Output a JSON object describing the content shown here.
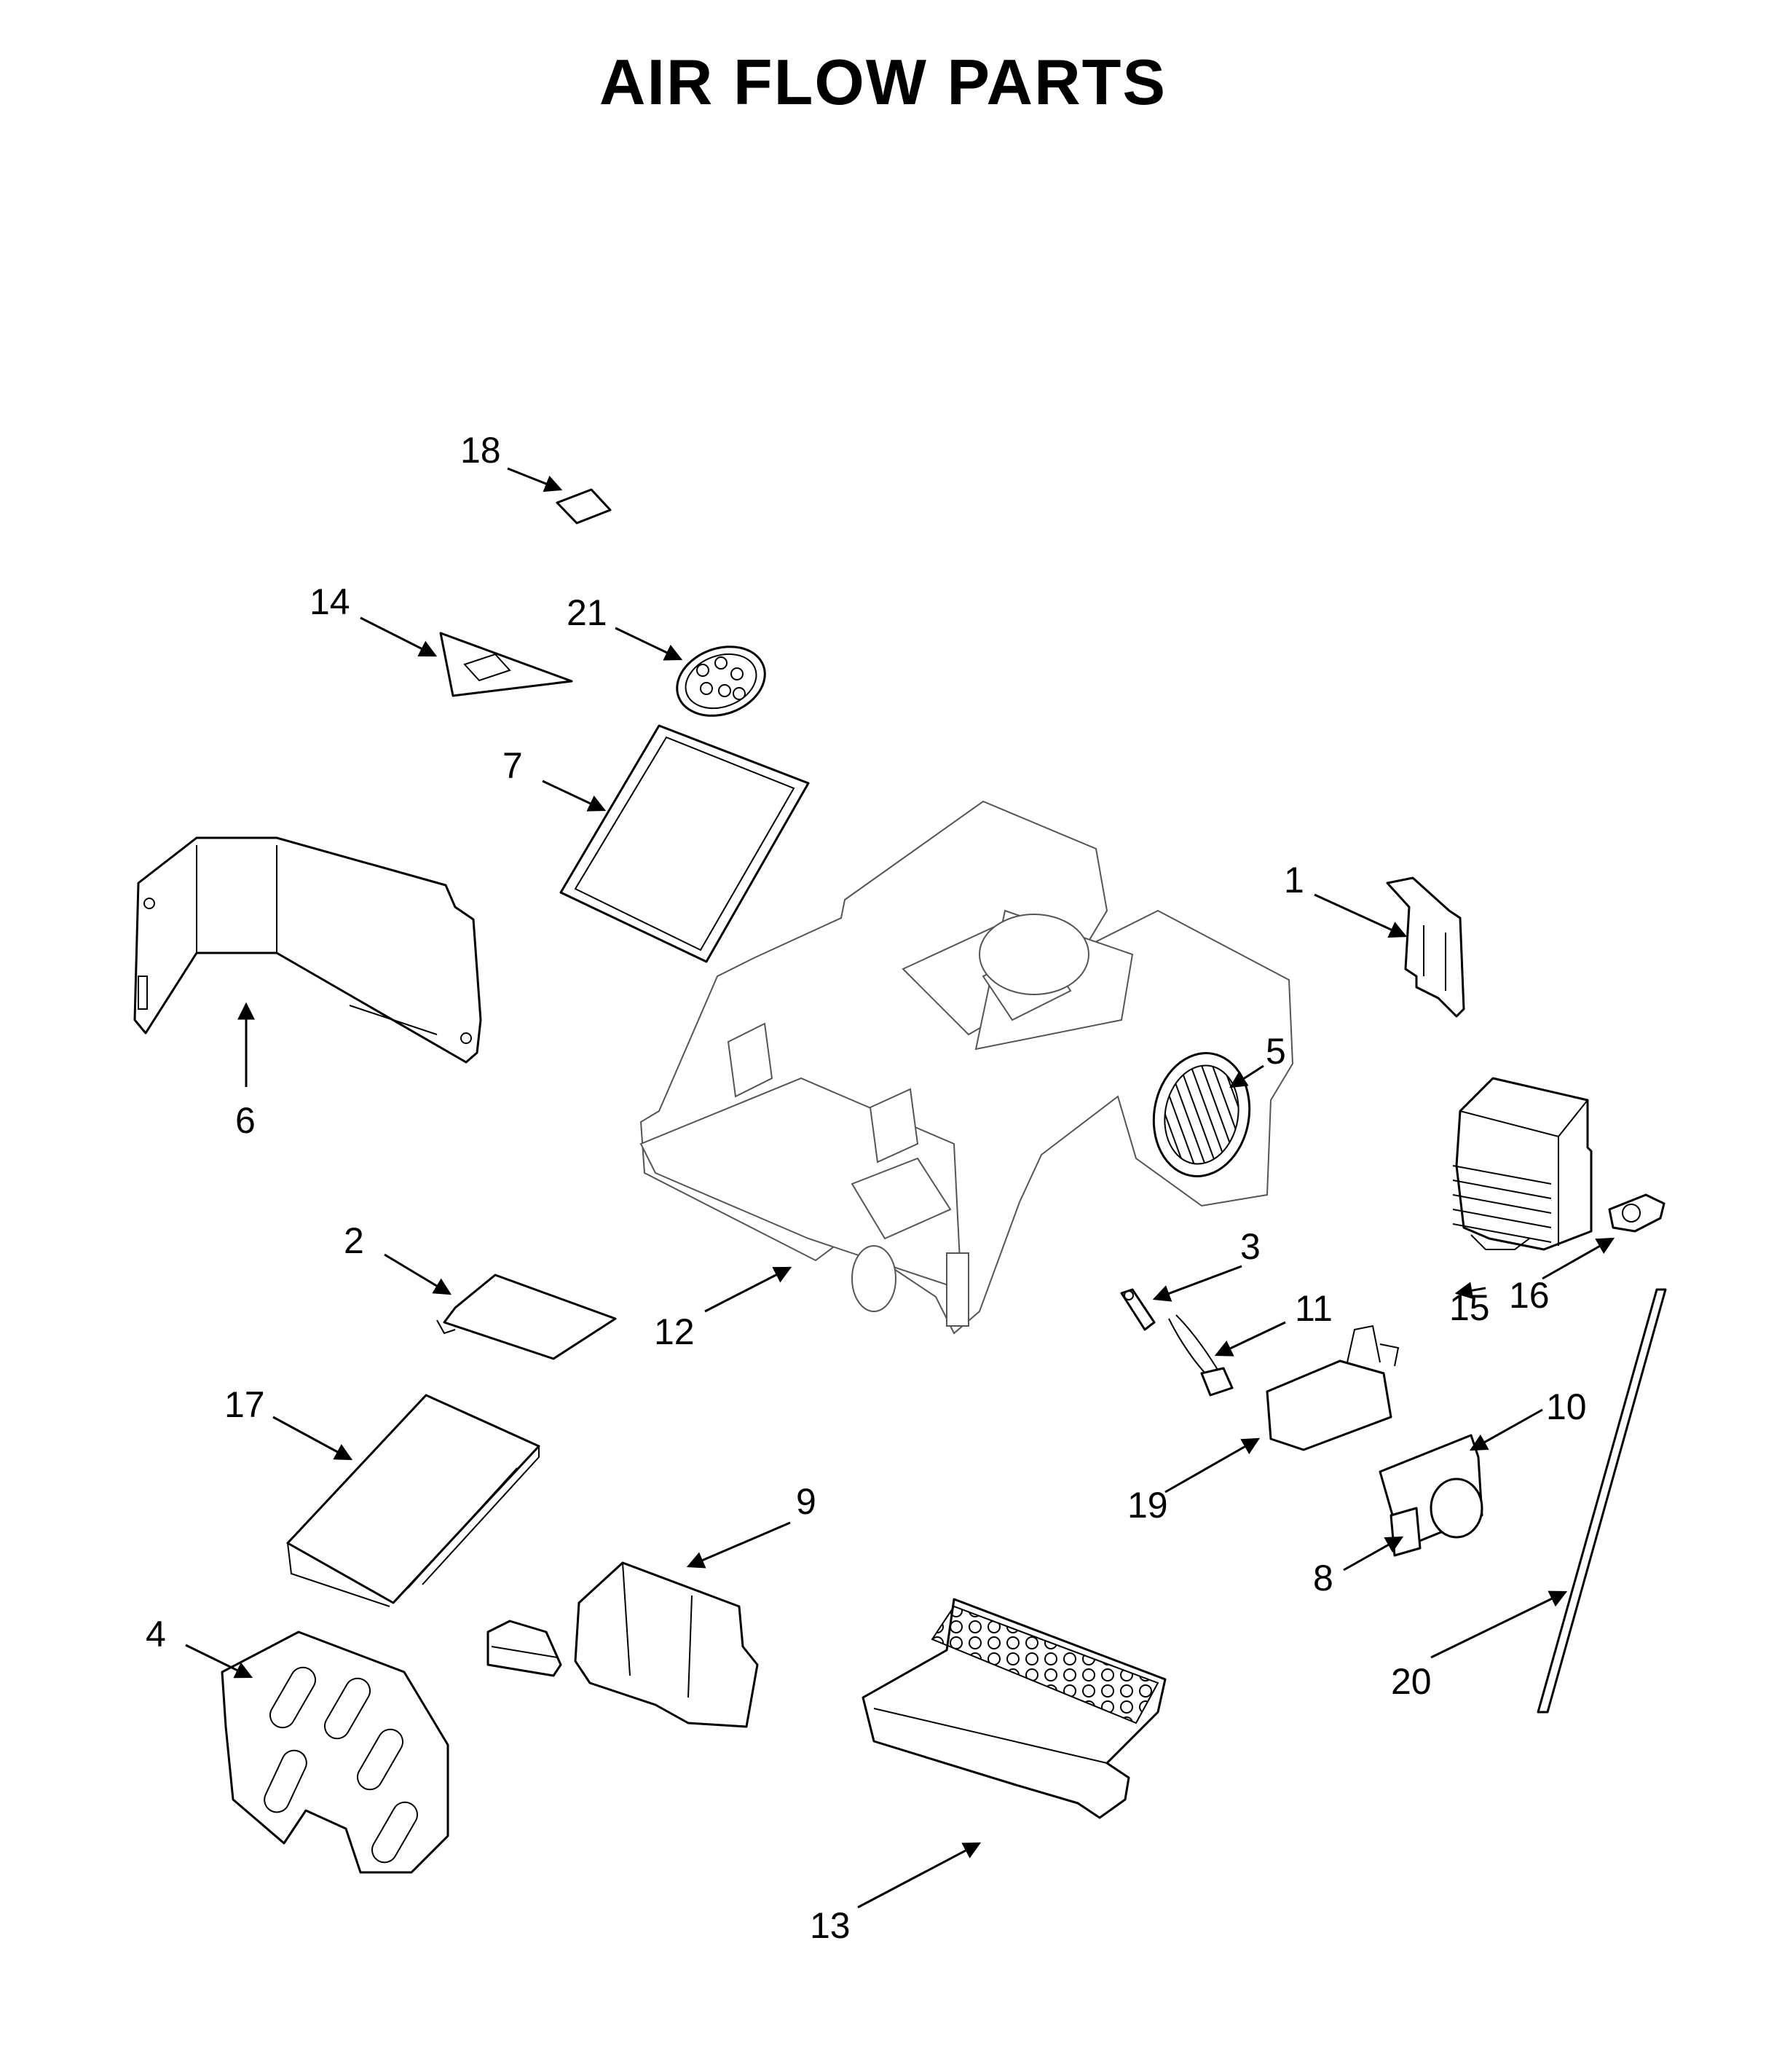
{
  "title": "AIR FLOW PARTS",
  "callouts": [
    {
      "id": "c1",
      "label": "1"
    },
    {
      "id": "c2",
      "label": "2"
    },
    {
      "id": "c3",
      "label": "3"
    },
    {
      "id": "c4",
      "label": "4"
    },
    {
      "id": "c5",
      "label": "5"
    },
    {
      "id": "c6",
      "label": "6"
    },
    {
      "id": "c7",
      "label": "7"
    },
    {
      "id": "c8",
      "label": "8"
    },
    {
      "id": "c9",
      "label": "9"
    },
    {
      "id": "c10",
      "label": "10"
    },
    {
      "id": "c11",
      "label": "11"
    },
    {
      "id": "c12",
      "label": "12"
    },
    {
      "id": "c13",
      "label": "13"
    },
    {
      "id": "c14",
      "label": "14"
    },
    {
      "id": "c15",
      "label": "15"
    },
    {
      "id": "c16",
      "label": "16"
    },
    {
      "id": "c17",
      "label": "17"
    },
    {
      "id": "c18",
      "label": "18"
    },
    {
      "id": "c19",
      "label": "19"
    },
    {
      "id": "c20",
      "label": "20"
    },
    {
      "id": "c21",
      "label": "21"
    }
  ]
}
